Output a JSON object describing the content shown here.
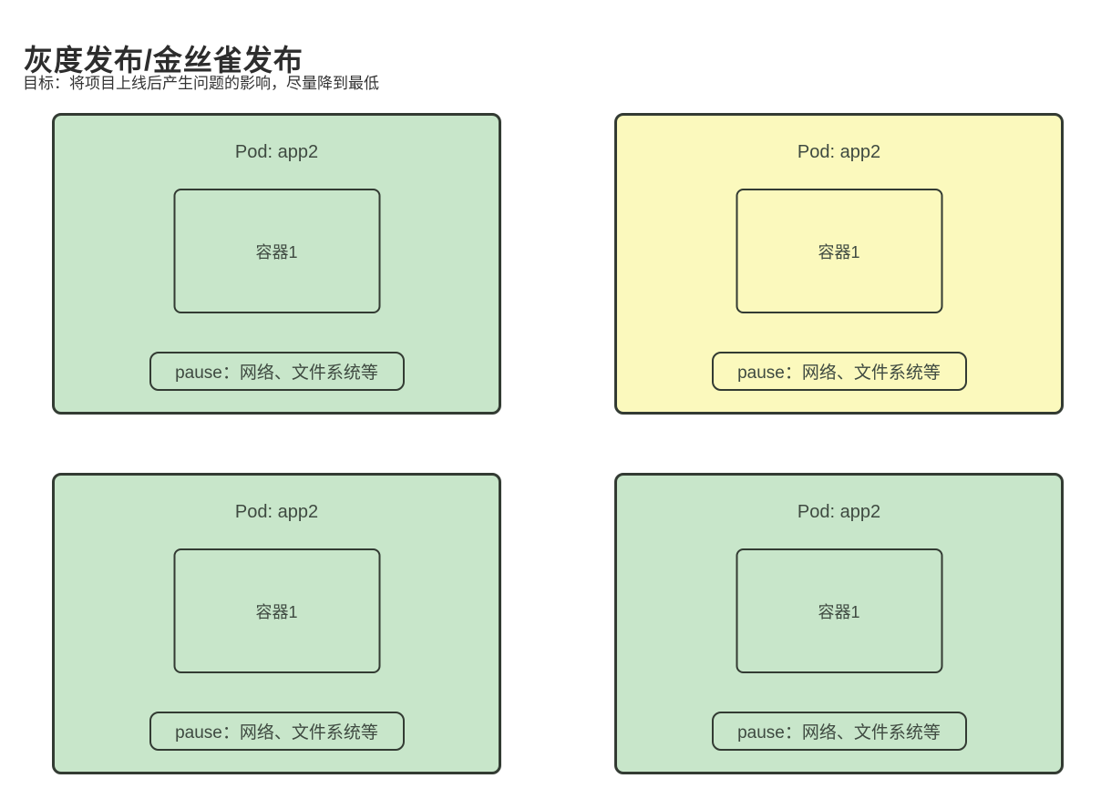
{
  "page": {
    "title": "灰度发布/金丝雀发布",
    "subtitle": "目标：将项目上线后产生问题的影响，尽量降到最低"
  },
  "colors": {
    "pod_green": "#c8e6ca",
    "pod_yellow": "#fbf9bd",
    "border_color": "#333b33",
    "text_color": "#3f4a41",
    "heading_color": "#2d2d2d"
  },
  "pods": [
    {
      "title": "Pod: app2",
      "container_label": "容器1",
      "pause_label": "pause：网络、文件系统等",
      "variant": "green"
    },
    {
      "title": "Pod: app2",
      "container_label": "容器1",
      "pause_label": "pause：网络、文件系统等",
      "variant": "yellow"
    },
    {
      "title": "Pod: app2",
      "container_label": "容器1",
      "pause_label": "pause：网络、文件系统等",
      "variant": "green"
    },
    {
      "title": "Pod: app2",
      "container_label": "容器1",
      "pause_label": "pause：网络、文件系统等",
      "variant": "green"
    }
  ]
}
